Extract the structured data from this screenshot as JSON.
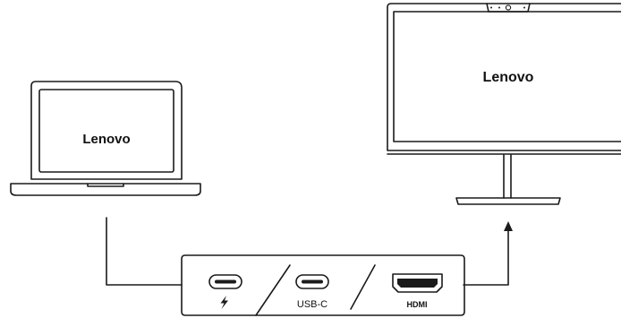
{
  "laptop": {
    "brand": "Lenovo"
  },
  "monitor": {
    "brand": "Lenovo"
  },
  "dock": {
    "ports": [
      {
        "name": "thunderbolt-port",
        "label": "",
        "icon": "thunderbolt-icon"
      },
      {
        "name": "usb-c-port",
        "label": "USB-C",
        "icon": "usb-c-port-icon"
      },
      {
        "name": "hdmi-port",
        "label": "HDMI",
        "icon": "hdmi-port-icon"
      }
    ]
  },
  "colors": {
    "line": "#1a1a1a",
    "background": "#ffffff"
  }
}
